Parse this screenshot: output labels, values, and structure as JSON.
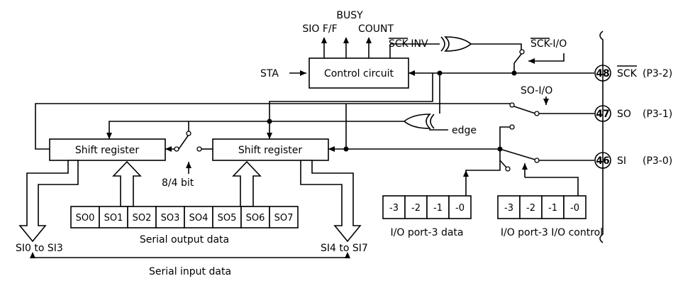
{
  "signals_top": {
    "busy": "BUSY",
    "sio_ff": "SIO F/F",
    "count": "COUNT",
    "sck_inv": "SCK-INV",
    "sck_io": "SCK-I/O"
  },
  "sta": "STA",
  "control_circuit": "Control circuit",
  "edge": "edge",
  "so_io": "SO-I/O",
  "bit_select": "8/4 bit",
  "shift_register_left": "Shift register",
  "shift_register_right": "Shift register",
  "pins": [
    {
      "number": "48",
      "name": "SCK",
      "port": "(P3-2)"
    },
    {
      "number": "47",
      "name": "SO",
      "port": "(P3-1)"
    },
    {
      "number": "46",
      "name": "SI",
      "port": "(P3-0)"
    }
  ],
  "serial_output_cells": [
    "SO0",
    "SO1",
    "SO2",
    "SO3",
    "SO4",
    "SO5",
    "SO6",
    "SO7"
  ],
  "serial_output_label": "Serial output data",
  "si_low": "SI0 to SI3",
  "si_high": "SI4 to SI7",
  "serial_input_label": "Serial input data",
  "port_data_cells": [
    "-3",
    "-2",
    "-1",
    "-0"
  ],
  "port_data_label": "I/O port-3 data",
  "port_control_cells": [
    "-3",
    "-2",
    "-1",
    "-0"
  ],
  "port_control_label": "I/O port-3 I/O control"
}
